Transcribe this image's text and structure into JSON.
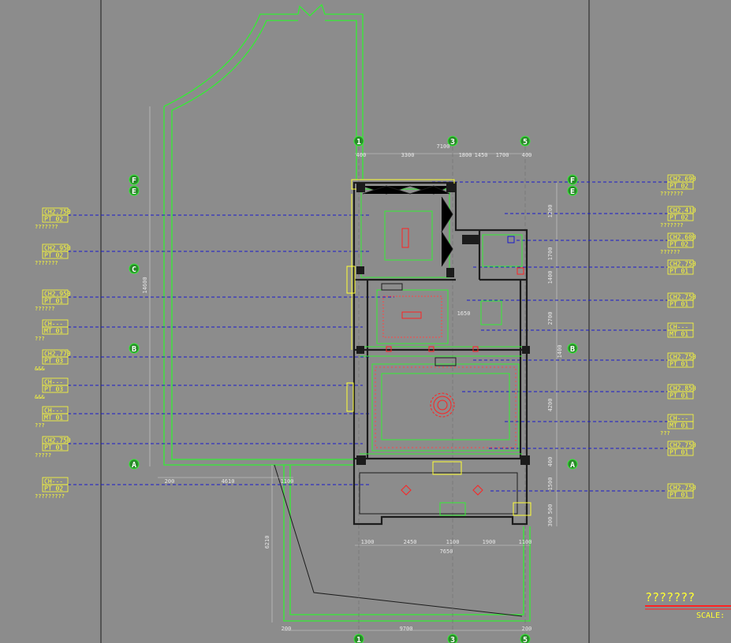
{
  "colors": {
    "background": "#8c8c8c",
    "wall": "#1c1c1c",
    "outline": "#33ee33",
    "leader": "#1a1acc",
    "label": "#ffff33",
    "dimension": "#e8e8e8",
    "accent": "#ff2222"
  },
  "grid": {
    "columns": [
      "1",
      "3",
      "5"
    ],
    "rows": [
      "F",
      "E",
      "C",
      "B",
      "A"
    ]
  },
  "dimensions": {
    "top_total": "7100",
    "top_segments": [
      "400",
      "3300",
      "1800",
      "1450",
      "1700",
      "400"
    ],
    "left_total": "14600",
    "right_segments": [
      "1200",
      "1700",
      "1400",
      "2700",
      "1400",
      "4200",
      "400",
      "1500",
      "500",
      "300"
    ],
    "bottom_segments": [
      "1300",
      "2450",
      "1100",
      "1900",
      "1100"
    ],
    "bottom_total": "7650",
    "lower_left": [
      "200",
      "4610",
      "1100"
    ],
    "lower_span": "6210",
    "base_left": "200",
    "base_mid": "9700",
    "base_right": "200",
    "inner_note": "1650"
  },
  "left_tags": [
    {
      "top": "CH2.750",
      "bottom": "PT 02",
      "caption": "???????"
    },
    {
      "top": "CH2.950",
      "bottom": "PT 02",
      "caption": "???????"
    },
    {
      "top": "CH2.950",
      "bottom": "PT 01",
      "caption": "??????"
    },
    {
      "top": "CH---",
      "bottom": "MT 01",
      "caption": "???"
    },
    {
      "top": "CH2.770",
      "bottom": "PT 03",
      "caption": "&&&"
    },
    {
      "top": "CH---",
      "bottom": "PT 03",
      "caption": "&&&"
    },
    {
      "top": "CH---",
      "bottom": "MT 01",
      "caption": "???"
    },
    {
      "top": "CH2.750",
      "bottom": "PT 01",
      "caption": "?????"
    },
    {
      "top": "CH---",
      "bottom": "PT 02",
      "caption": "?????????"
    }
  ],
  "right_tags": [
    {
      "top": "CH2.690",
      "bottom": "PT 02",
      "caption": "???????"
    },
    {
      "top": "CH2.410",
      "bottom": "PT 02",
      "caption": "???????"
    },
    {
      "top": "CH2.600",
      "bottom": "PT 02",
      "caption": "??????"
    },
    {
      "top": "CH2.750",
      "bottom": "PT 01",
      "caption": ""
    },
    {
      "top": "CH2.750",
      "bottom": "PT 01",
      "caption": ""
    },
    {
      "top": "CH---",
      "bottom": "MT 01",
      "caption": ""
    },
    {
      "top": "CH2.750",
      "bottom": "PT 01",
      "caption": ""
    },
    {
      "top": "CH2.850",
      "bottom": "PT 01",
      "caption": ""
    },
    {
      "top": "CH---",
      "bottom": "MT 01",
      "caption": "???"
    },
    {
      "top": "CH2.750",
      "bottom": "PT 01",
      "caption": ""
    },
    {
      "top": "CH2.750",
      "bottom": "PT 01",
      "caption": ""
    }
  ],
  "title_block": {
    "title": "???????",
    "scale_label": "SCALE:"
  }
}
